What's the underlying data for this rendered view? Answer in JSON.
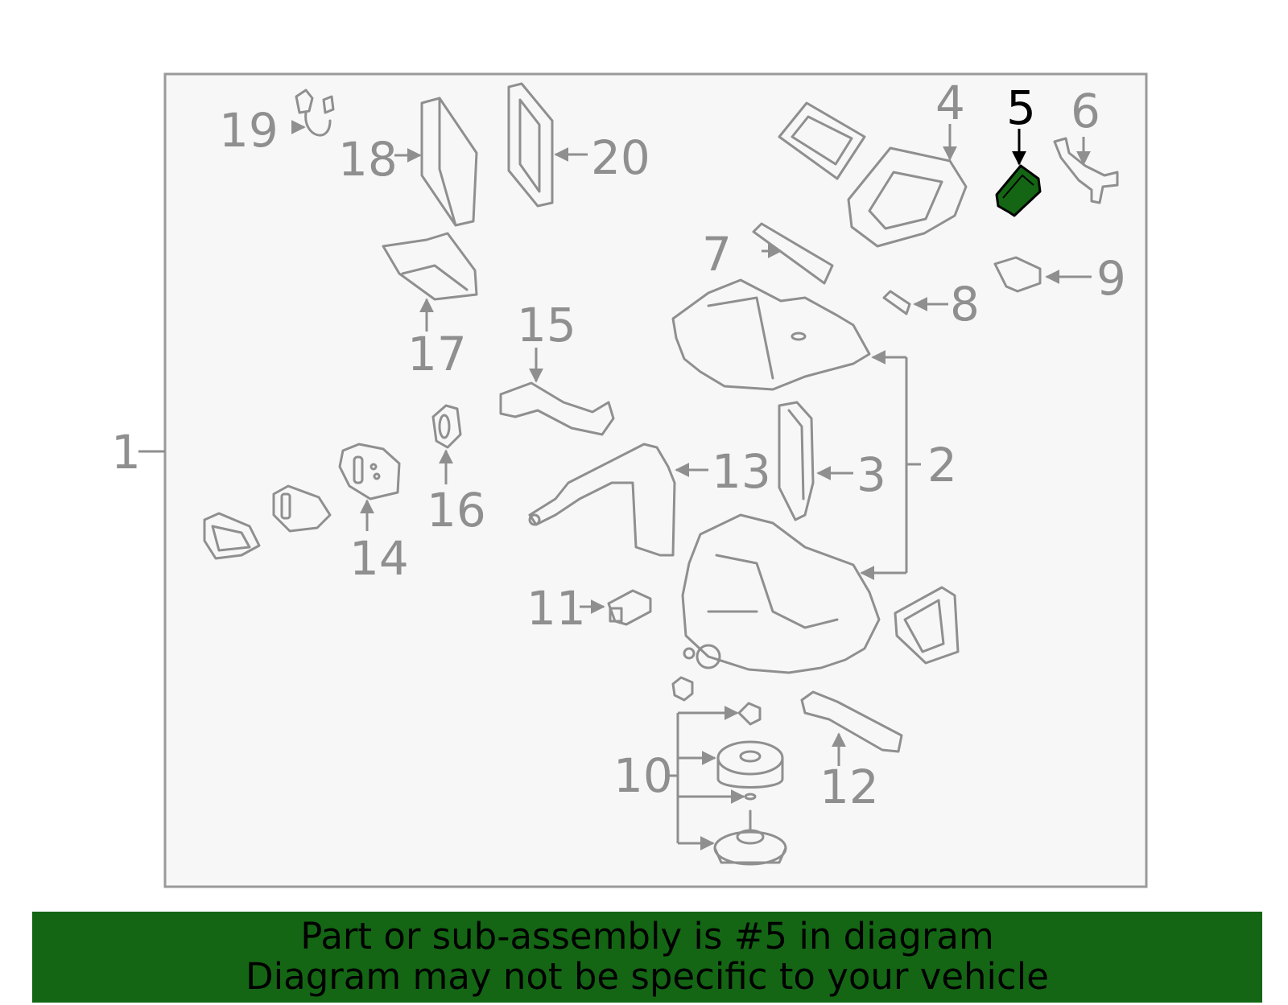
{
  "diagram": {
    "highlighted_part": "5",
    "highlight_color": "#146614",
    "callouts": [
      "1",
      "2",
      "3",
      "4",
      "5",
      "6",
      "7",
      "8",
      "9",
      "10",
      "11",
      "12",
      "13",
      "14",
      "15",
      "16",
      "17",
      "18",
      "19",
      "20"
    ]
  },
  "banner": {
    "line1": "Part or sub-assembly is #5 in diagram",
    "line2": "Diagram may not be specific to your vehicle",
    "background": "#146614"
  }
}
